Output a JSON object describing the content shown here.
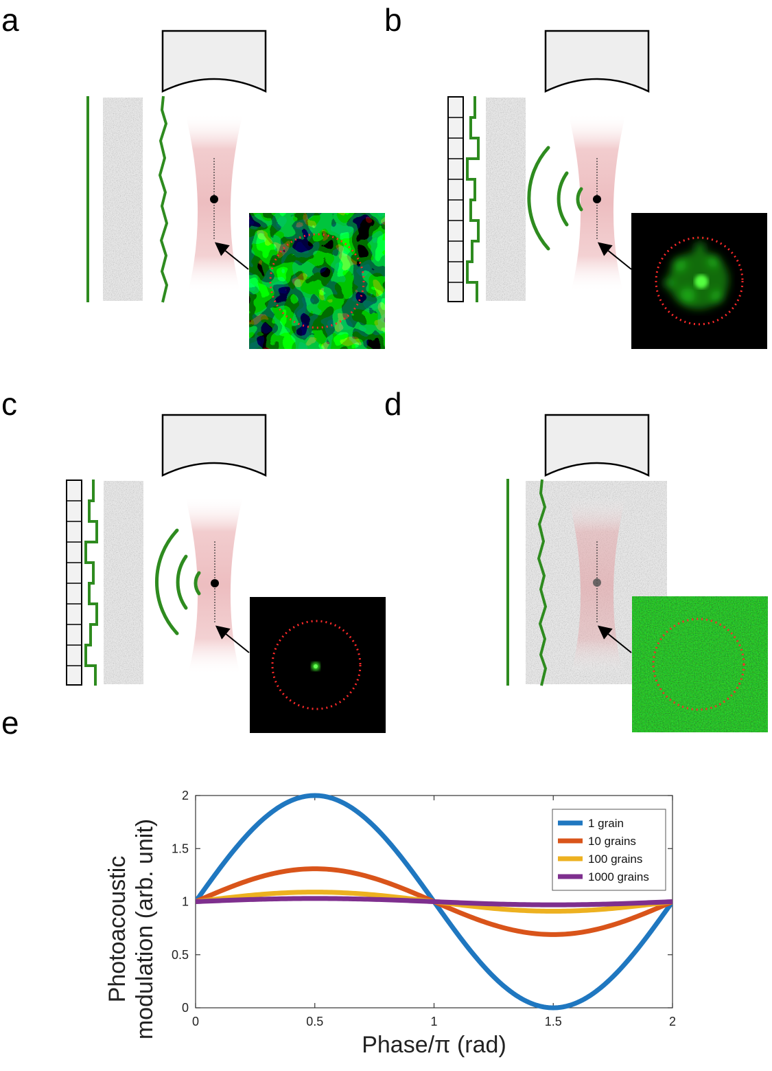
{
  "panels": {
    "a": {
      "letter": "a"
    },
    "b": {
      "letter": "b"
    },
    "c": {
      "letter": "c"
    },
    "d": {
      "letter": "d"
    },
    "e": {
      "letter": "e"
    }
  },
  "colors": {
    "wavefront": "#2e8b1f",
    "beam": "#e8a5a8",
    "transducer_fill": "#eeeeee",
    "speckle": "#2bd81c",
    "ring": "#ff2a2a"
  },
  "chart_data": {
    "type": "line",
    "xlabel": "Phase/π (rad)",
    "ylabel_line1": "Photoacoustic",
    "ylabel_line2": "modulation (arb. unit)",
    "xlim": [
      0,
      2
    ],
    "ylim": [
      0,
      2
    ],
    "xticks": [
      "0",
      "0.5",
      "1",
      "1.5",
      "2"
    ],
    "yticks": [
      "0",
      "0.5",
      "1",
      "1.5",
      "2"
    ],
    "legend_position": "top-right",
    "series": [
      {
        "name": "1 grain",
        "color": "#1f77c0",
        "amplitude": 1.0
      },
      {
        "name": "10 grains",
        "color": "#d9541a",
        "amplitude": 0.31
      },
      {
        "name": "100 grains",
        "color": "#edb120",
        "amplitude": 0.09
      },
      {
        "name": "1000 grains",
        "color": "#7e2f8e",
        "amplitude": 0.03
      }
    ],
    "x": [
      0,
      0.1,
      0.2,
      0.3,
      0.4,
      0.5,
      0.6,
      0.7,
      0.8,
      0.9,
      1.0,
      1.1,
      1.2,
      1.3,
      1.4,
      1.5,
      1.6,
      1.7,
      1.8,
      1.9,
      2.0
    ],
    "values": {
      "1 grain": [
        1.0,
        1.309,
        1.588,
        1.809,
        1.951,
        2.0,
        1.951,
        1.809,
        1.588,
        1.309,
        1.0,
        0.691,
        0.412,
        0.191,
        0.049,
        0.0,
        0.049,
        0.191,
        0.412,
        0.691,
        1.0
      ],
      "10 grains": [
        1.0,
        1.096,
        1.182,
        1.251,
        1.295,
        1.31,
        1.295,
        1.251,
        1.182,
        1.096,
        1.0,
        0.904,
        0.818,
        0.749,
        0.705,
        0.69,
        0.705,
        0.749,
        0.818,
        0.904,
        1.0
      ],
      "100 grains": [
        1.0,
        1.028,
        1.053,
        1.073,
        1.086,
        1.09,
        1.086,
        1.073,
        1.053,
        1.028,
        1.0,
        0.972,
        0.947,
        0.927,
        0.914,
        0.91,
        0.914,
        0.927,
        0.947,
        0.972,
        1.0
      ],
      "1000 grains": [
        1.0,
        1.009,
        1.018,
        1.024,
        1.029,
        1.03,
        1.029,
        1.024,
        1.018,
        1.009,
        1.0,
        0.991,
        0.982,
        0.976,
        0.971,
        0.97,
        0.971,
        0.976,
        0.982,
        0.991,
        1.0
      ]
    }
  }
}
